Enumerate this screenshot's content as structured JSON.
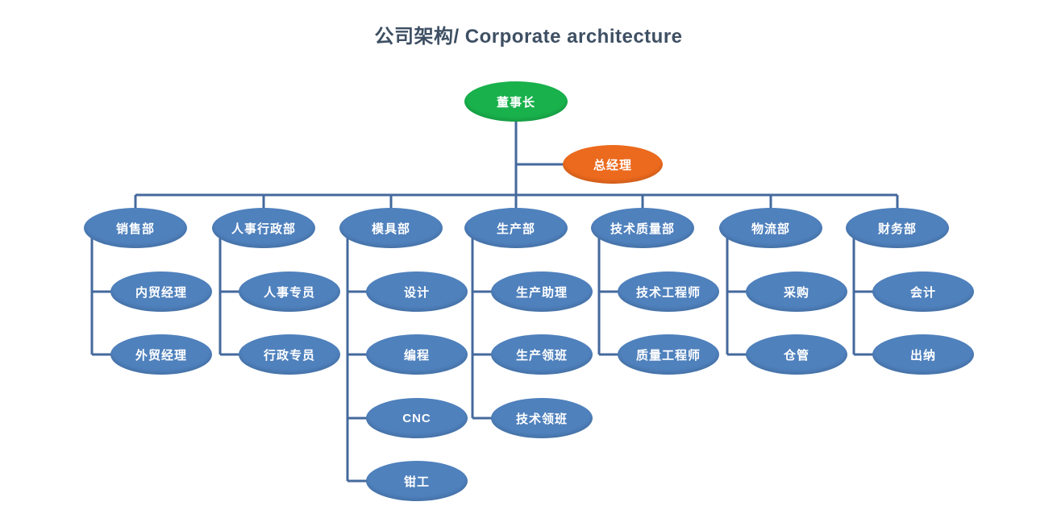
{
  "title": "公司架构/ Corporate architecture",
  "colors": {
    "chairman_green": "#19b14c",
    "general_manager_orange": "#ec6a1e",
    "node_blue": "#4f81bd",
    "connector_blue": "#44699d",
    "title_text": "#3e4f63",
    "node_text": "#ffffff",
    "background": "#ffffff"
  },
  "org": {
    "chairman": {
      "label": "董事长"
    },
    "general_manager": {
      "label": "总经理"
    },
    "departments": [
      {
        "label": "销售部",
        "children": [
          {
            "label": "内贸经理"
          },
          {
            "label": "外贸经理"
          }
        ]
      },
      {
        "label": "人事行政部",
        "children": [
          {
            "label": "人事专员"
          },
          {
            "label": "行政专员"
          }
        ]
      },
      {
        "label": "模具部",
        "children": [
          {
            "label": "设计"
          },
          {
            "label": "编程"
          },
          {
            "label": "CNC"
          },
          {
            "label": "钳工"
          }
        ]
      },
      {
        "label": "生产部",
        "children": [
          {
            "label": "生产助理"
          },
          {
            "label": "生产领班"
          },
          {
            "label": "技术领班"
          }
        ]
      },
      {
        "label": "技术质量部",
        "children": [
          {
            "label": "技术工程师"
          },
          {
            "label": "质量工程师"
          }
        ]
      },
      {
        "label": "物流部",
        "children": [
          {
            "label": "采购"
          },
          {
            "label": "仓管"
          }
        ]
      },
      {
        "label": "财务部",
        "children": [
          {
            "label": "会计"
          },
          {
            "label": "出纳"
          }
        ]
      }
    ]
  }
}
